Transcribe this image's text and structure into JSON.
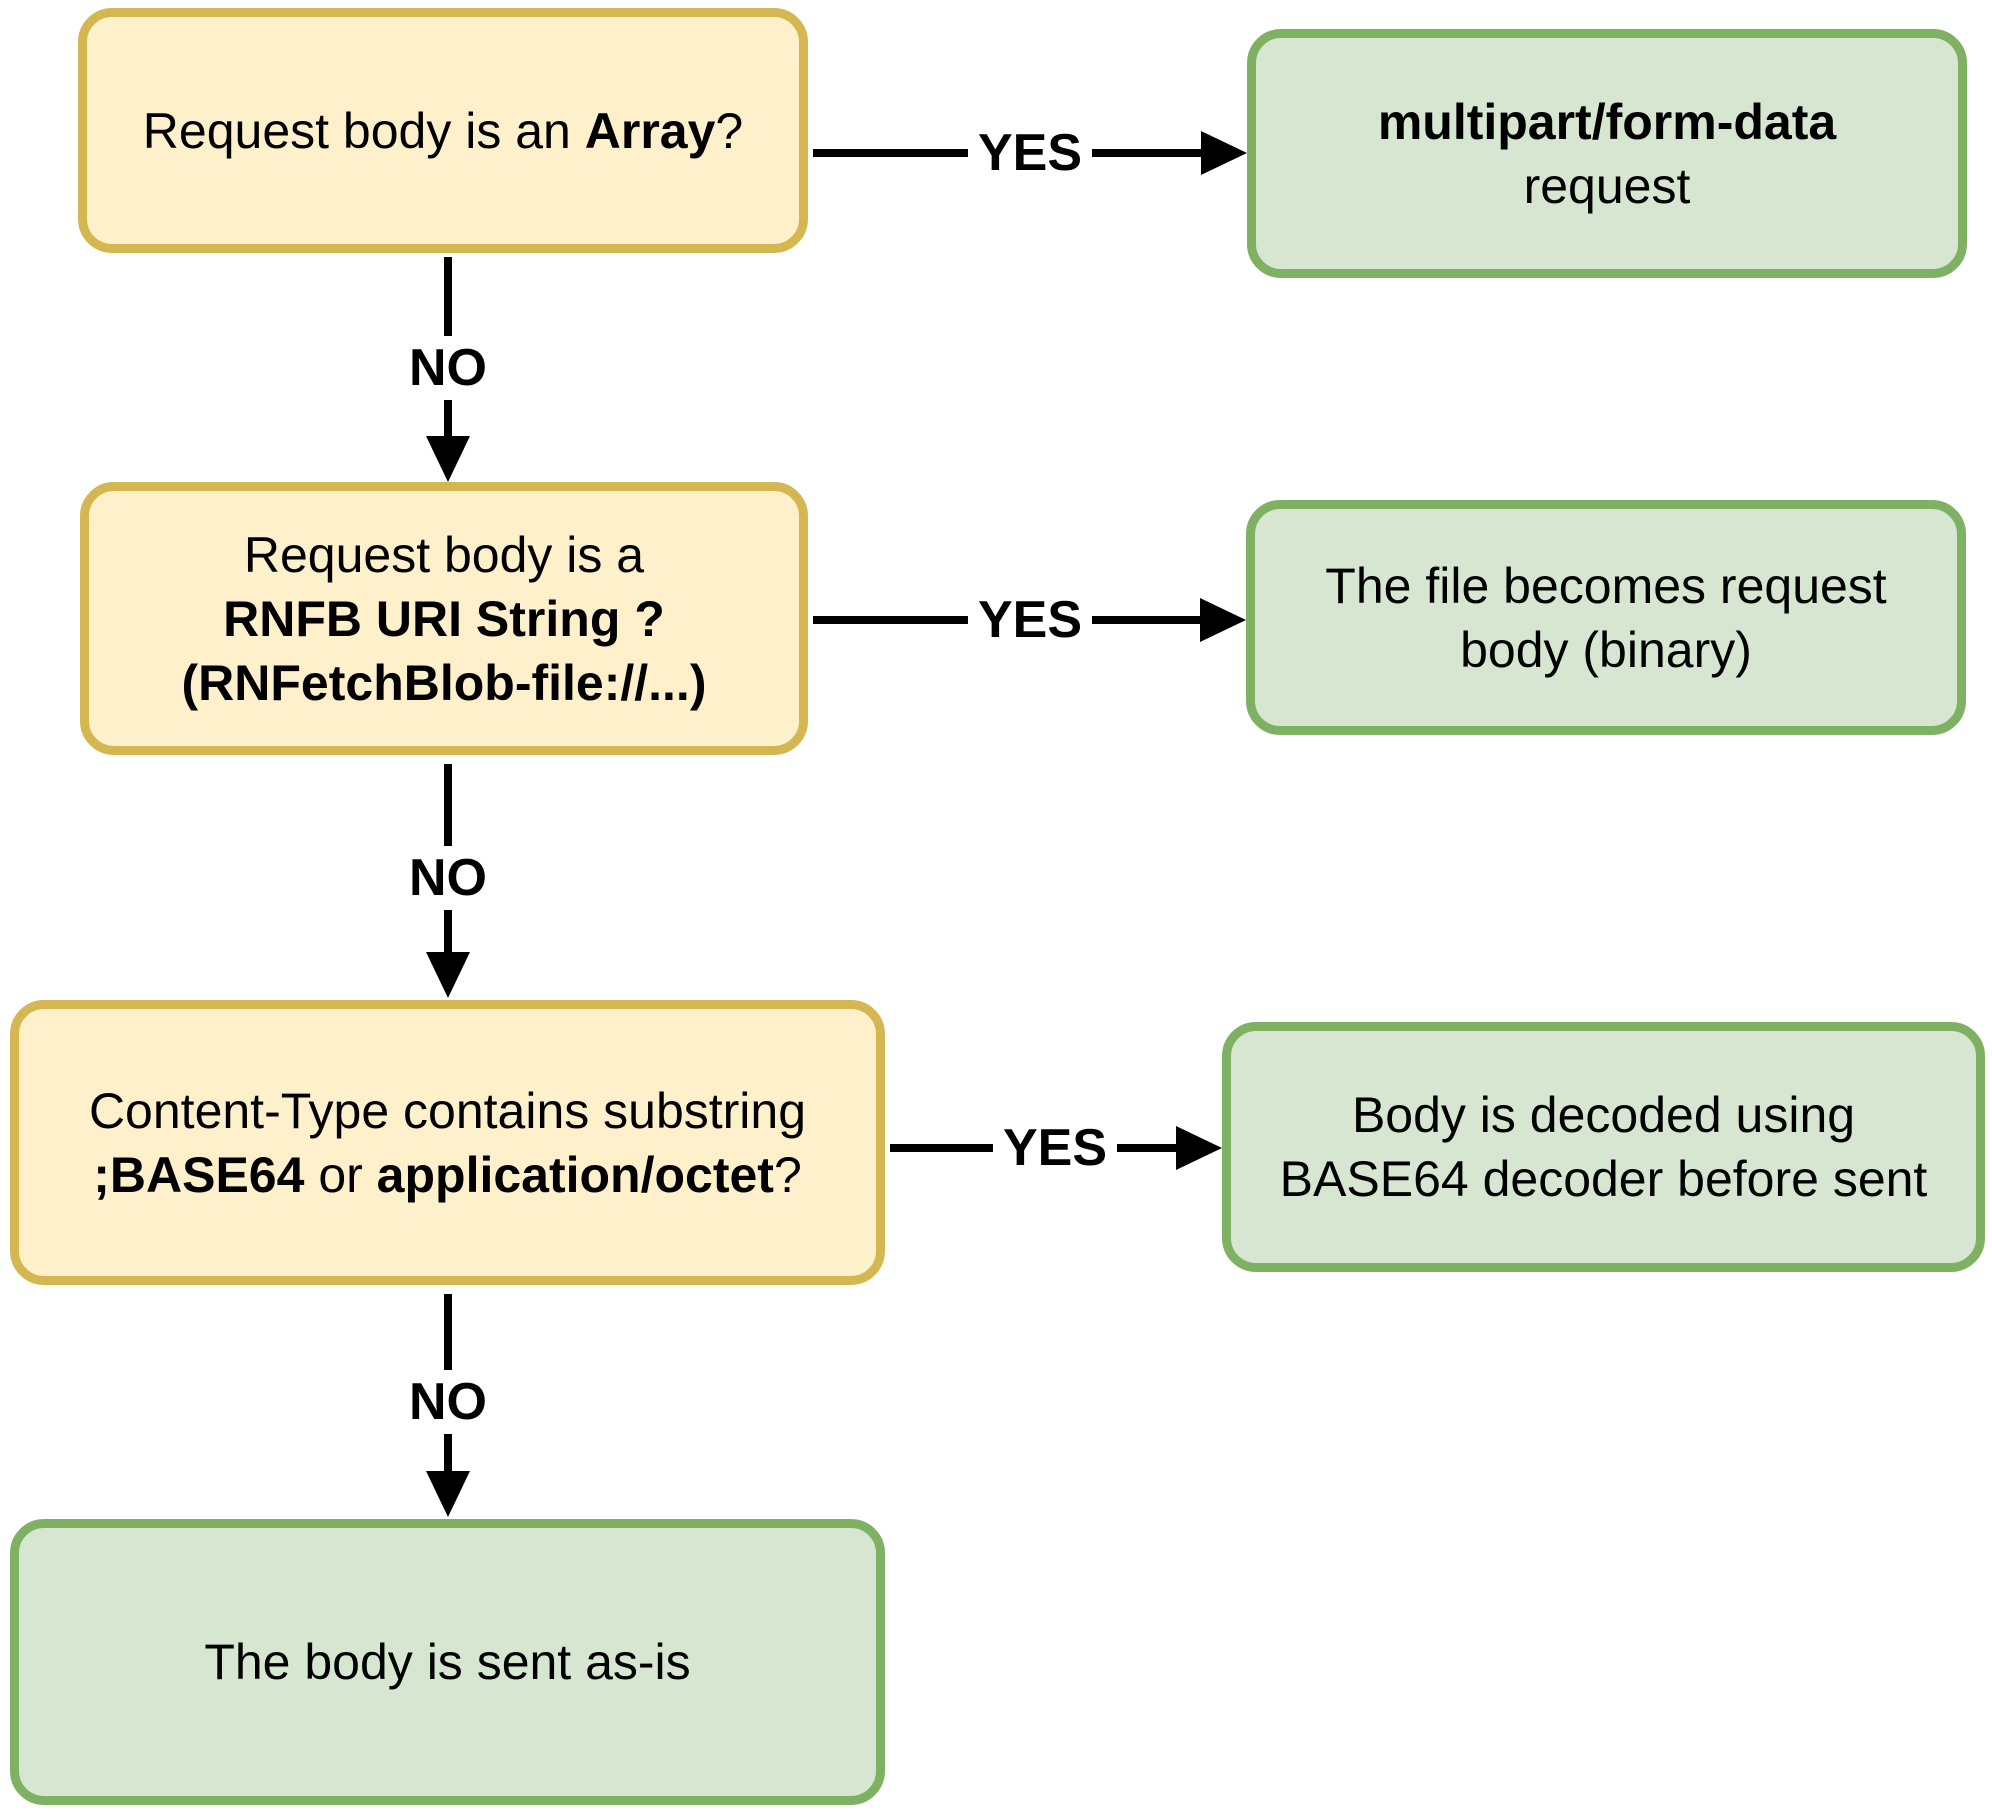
{
  "flowchart": {
    "colors": {
      "decision_fill": "#FDF0CA",
      "decision_border": "#D5B752",
      "result_fill": "#D6E6D1",
      "result_border": "#7FB163",
      "connector": "#000000",
      "label_text": "#000000"
    },
    "edge_labels": {
      "yes": "YES",
      "no": "NO"
    },
    "nodes": {
      "decision_array": {
        "type": "decision",
        "lines": [
          [
            {
              "text": "Request body is an ",
              "bold": false
            },
            {
              "text": "Array",
              "bold": true
            },
            {
              "text": "?",
              "bold": false
            }
          ]
        ]
      },
      "result_multipart": {
        "type": "result",
        "lines": [
          [
            {
              "text": "multipart/form-data",
              "bold": true
            }
          ],
          [
            {
              "text": "request",
              "bold": false
            }
          ]
        ]
      },
      "decision_rnfb": {
        "type": "decision",
        "lines": [
          [
            {
              "text": "Request body is a",
              "bold": false
            }
          ],
          [
            {
              "text": "RNFB URI String ?",
              "bold": true
            }
          ],
          [
            {
              "text": "(RNFetchBlob-file://...)",
              "bold": true
            }
          ]
        ]
      },
      "result_file_binary": {
        "type": "result",
        "lines": [
          [
            {
              "text": "The file becomes request",
              "bold": false
            }
          ],
          [
            {
              "text": "body (binary)",
              "bold": false
            }
          ]
        ]
      },
      "decision_content_type": {
        "type": "decision",
        "lines": [
          [
            {
              "text": "Content-Type contains substring",
              "bold": false
            }
          ],
          [
            {
              "text": ";BASE64",
              "bold": true
            },
            {
              "text": " or ",
              "bold": false
            },
            {
              "text": "application/octet",
              "bold": true
            },
            {
              "text": "?",
              "bold": false
            }
          ]
        ]
      },
      "result_base64": {
        "type": "result",
        "lines": [
          [
            {
              "text": "Body is decoded using",
              "bold": false
            }
          ],
          [
            {
              "text": "BASE64 decoder before sent",
              "bold": false
            }
          ]
        ]
      },
      "result_as_is": {
        "type": "result",
        "lines": [
          [
            {
              "text": "The body is sent as-is",
              "bold": false
            }
          ]
        ]
      }
    }
  }
}
